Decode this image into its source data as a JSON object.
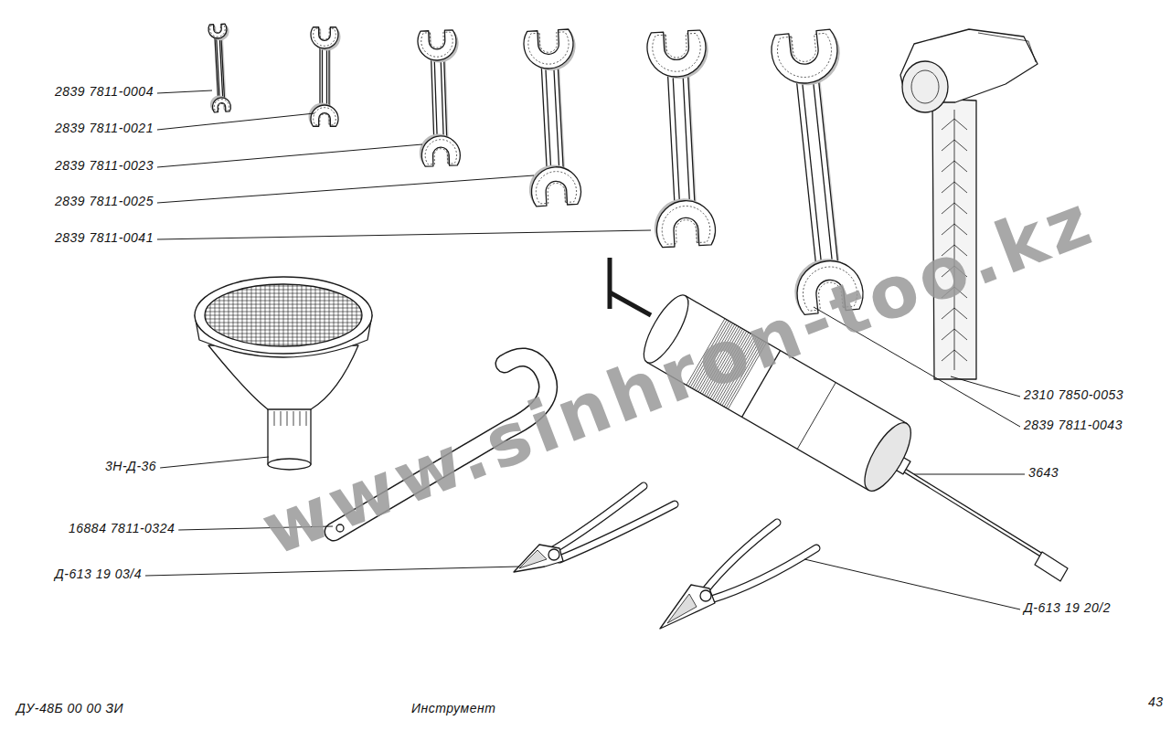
{
  "diagram": {
    "caption": "Инструмент",
    "labels": [
      "2839 7811-0004",
      "2839 7811-0021",
      "2839 7811-0023",
      "2839 7811-0025",
      "2839 7811-0041",
      "3Н-Д-36",
      "16884 7811-0324",
      "Д-613 19 03/4",
      "2310 7850-0053",
      "2839 7811-0043",
      "3643",
      "Д-613 19 20/2",
      "ДУ-48Б 00 00 ЗИ",
      "43",
      "www.sinhron-too.kz"
    ]
  }
}
